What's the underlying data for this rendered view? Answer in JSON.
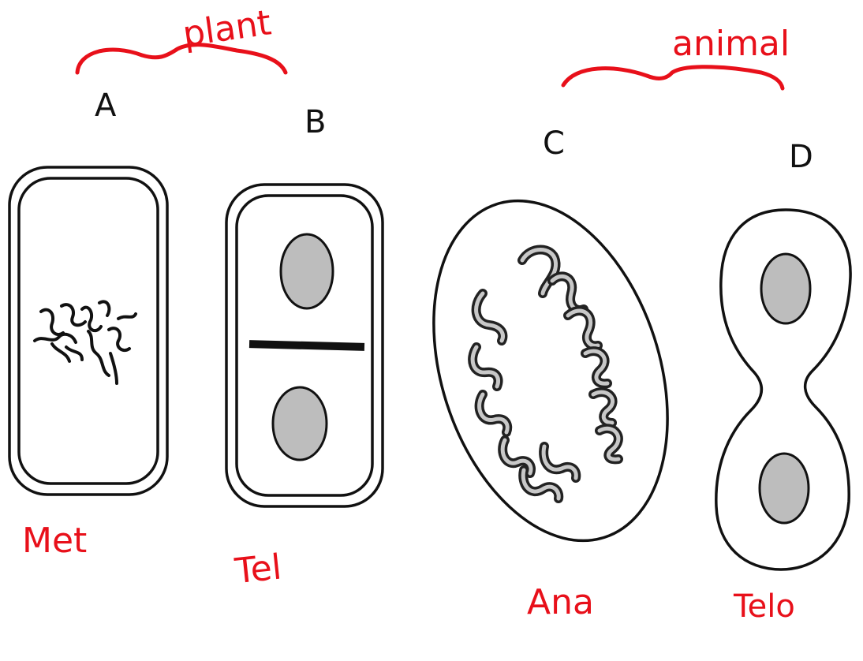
{
  "panels": [
    {
      "letter": "A",
      "annotation": "Met"
    },
    {
      "letter": "B",
      "annotation": "Tel"
    },
    {
      "letter": "C",
      "annotation": "Ana"
    },
    {
      "letter": "D",
      "annotation": "Telo"
    }
  ],
  "groups": {
    "plant": "plant",
    "animal": "animal"
  },
  "colors": {
    "annotation": "#e8101a",
    "ink": "#111111",
    "nucleus_fill": "#bdbdbd"
  }
}
